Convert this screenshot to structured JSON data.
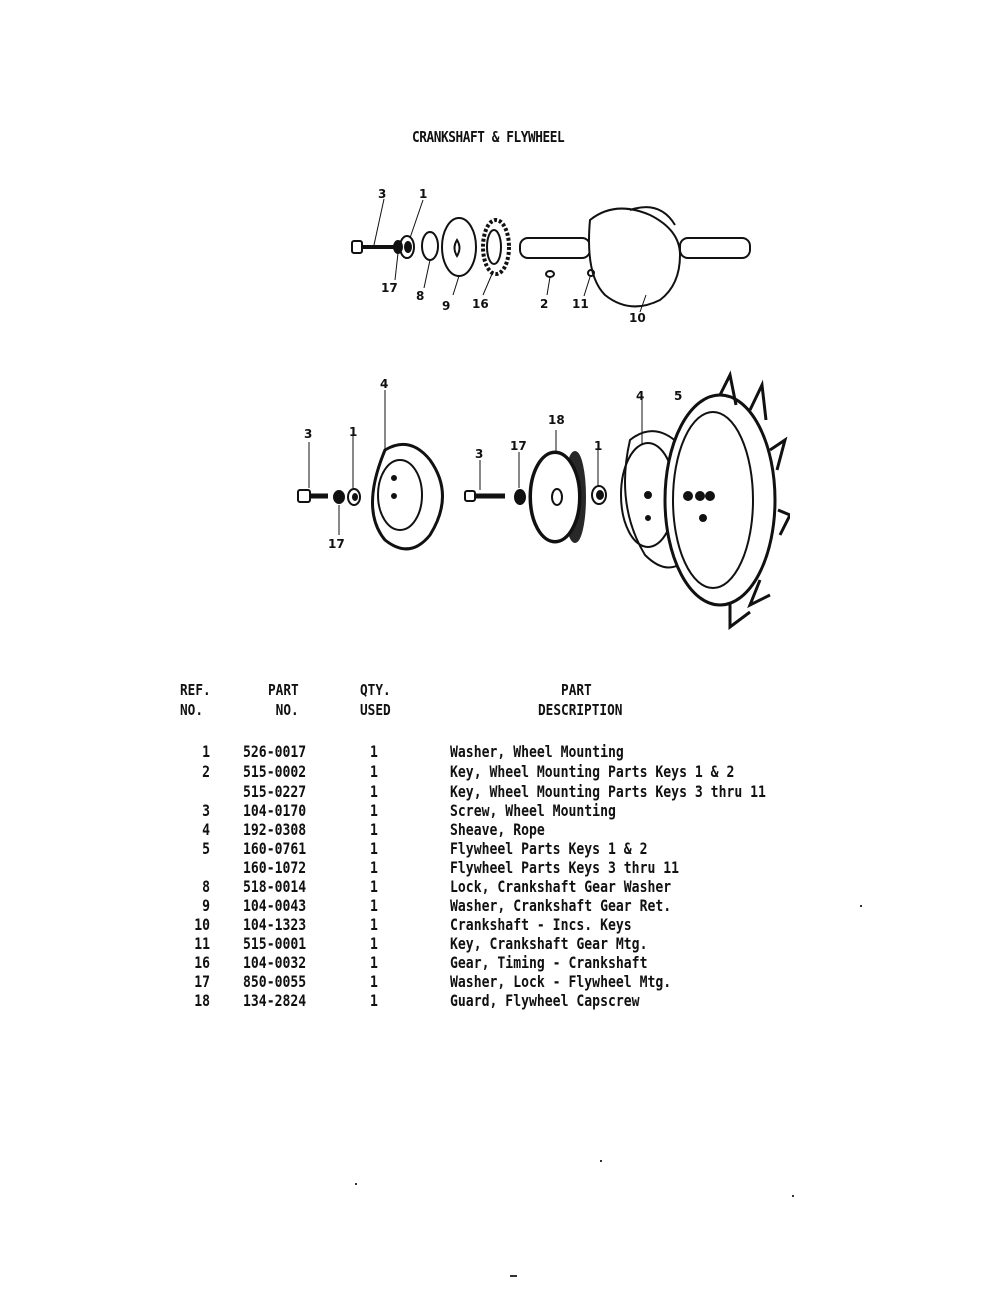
{
  "page": {
    "title": "CRANKSHAFT & FLYWHEEL"
  },
  "diagram_top": {
    "labels": [
      "3",
      "1",
      "17",
      "8",
      "9",
      "16",
      "2",
      "11",
      "10"
    ]
  },
  "diagram_bottom": {
    "labels": [
      "4",
      "3",
      "1",
      "17",
      "18",
      "3",
      "17",
      "1",
      "4",
      "5"
    ]
  },
  "table": {
    "headers": {
      "ref": "REF.\nNO.",
      "part": "PART\n NO.",
      "qty": "QTY.\nUSED",
      "desc": "   PART\nDESCRIPTION"
    },
    "rows": [
      {
        "ref": "1",
        "part": "526-0017",
        "qty": "1",
        "desc": "Washer, Wheel Mounting"
      },
      {
        "ref": "2",
        "part": "515-0002",
        "qty": "1",
        "desc": "Key, Wheel Mounting Parts Keys 1 & 2"
      },
      {
        "ref": "",
        "part": "515-0227",
        "qty": "1",
        "desc": "Key, Wheel Mounting Parts Keys 3 thru 11"
      },
      {
        "ref": "3",
        "part": "104-0170",
        "qty": "1",
        "desc": "Screw, Wheel Mounting"
      },
      {
        "ref": "4",
        "part": "192-0308",
        "qty": "1",
        "desc": "Sheave, Rope"
      },
      {
        "ref": "5",
        "part": "160-0761",
        "qty": "1",
        "desc": "Flywheel Parts Keys 1 & 2"
      },
      {
        "ref": "",
        "part": "160-1072",
        "qty": "1",
        "desc": "Flywheel Parts Keys 3 thru 11"
      },
      {
        "ref": "8",
        "part": "518-0014",
        "qty": "1",
        "desc": "Lock, Crankshaft Gear Washer"
      },
      {
        "ref": "9",
        "part": "104-0043",
        "qty": "1",
        "desc": "Washer, Crankshaft Gear Ret."
      },
      {
        "ref": "10",
        "part": "104-1323",
        "qty": "1",
        "desc": "Crankshaft - Incs. Keys"
      },
      {
        "ref": "11",
        "part": "515-0001",
        "qty": "1",
        "desc": "Key, Crankshaft Gear Mtg."
      },
      {
        "ref": "16",
        "part": "104-0032",
        "qty": "1",
        "desc": "Gear, Timing - Crankshaft"
      },
      {
        "ref": "17",
        "part": "850-0055",
        "qty": "1",
        "desc": "Washer, Lock - Flywheel Mtg."
      },
      {
        "ref": "18",
        "part": "134-2824",
        "qty": "1",
        "desc": "Guard, Flywheel Capscrew"
      }
    ]
  }
}
